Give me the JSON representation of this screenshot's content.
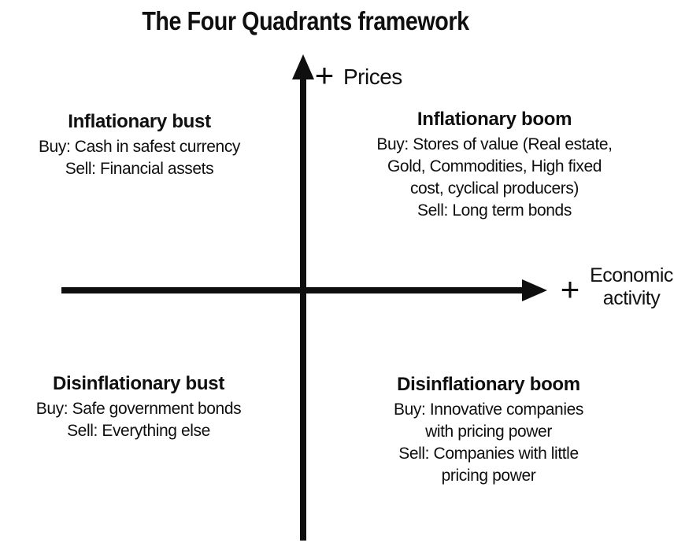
{
  "title": "The Four Quadrants framework",
  "axes": {
    "vertical": {
      "plus_symbol": "+",
      "label": "Prices"
    },
    "horizontal": {
      "plus_symbol": "+",
      "label_lines": [
        "Economic",
        "activity"
      ]
    }
  },
  "quadrants": [
    {
      "id": "inflationary-bust",
      "title": "Inflationary bust",
      "lines": [
        "Buy: Cash in safest currency",
        "Sell: Financial assets"
      ]
    },
    {
      "id": "inflationary-boom",
      "title": "Inflationary boom",
      "lines": [
        "Buy: Stores of value (Real estate,",
        "Gold, Commodities, High fixed",
        "cost, cyclical producers)",
        "Sell: Long term bonds"
      ]
    },
    {
      "id": "disinflationary-bust",
      "title": "Disinflationary bust",
      "lines": [
        "Buy: Safe government bonds",
        "Sell: Everything else"
      ]
    },
    {
      "id": "disinflationary-boom",
      "title": "Disinflationary boom",
      "lines": [
        "Buy: Innovative companies",
        "with pricing power",
        "Sell: Companies with little",
        "pricing power"
      ]
    }
  ],
  "colors": {
    "ink": "#0f0f0f",
    "background": "#ffffff"
  }
}
